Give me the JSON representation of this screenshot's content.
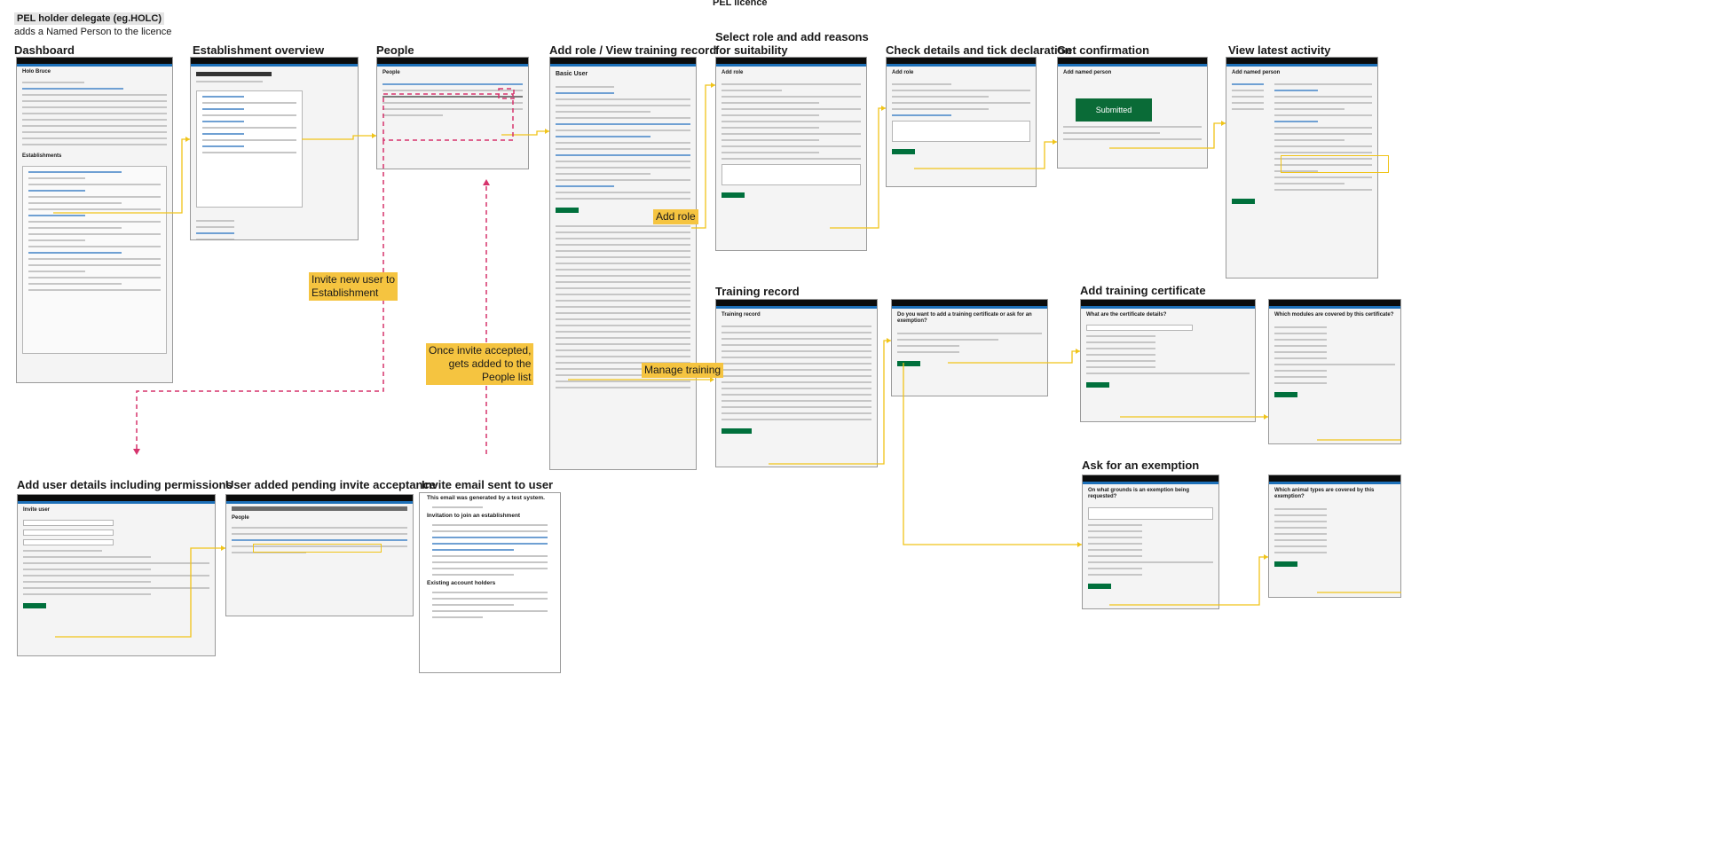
{
  "board": {
    "title": "PEL licence",
    "actor": "PEL holder delegate (eg.HOLC)",
    "actor_note": "adds a Named Person to the licence"
  },
  "screens": {
    "dashboard": "Dashboard",
    "establishment_overview": "Establishment overview",
    "people": "People",
    "add_role_view_training": "Add role / View training record",
    "select_role": "Select role and add reasons\nfor suitability",
    "check_details": "Check details and tick declaration",
    "get_confirmation": "Get confirmation",
    "view_latest_activity": "View latest activity",
    "training_record": "Training record",
    "add_training_certificate": "Add training certificate",
    "ask_exemption": "Ask for an exemption",
    "add_user_details": "Add user details including permissions",
    "user_added_pending": "User added pending invite acceptance",
    "invite_email": "Invite email sent to user"
  },
  "annotations": {
    "invite_new_user": "Invite new user to\nEstablishment",
    "invite_accepted": "Once invite accepted,\ngets added to the\nPeople list",
    "add_role": "Add role",
    "manage_training": "Manage training"
  },
  "mockups": {
    "dashboard_user": "Holo Bruce",
    "dashboard_section": "Establishments",
    "people_heading": "People",
    "basic_user_heading": "Basic User",
    "add_role_heading": "Add role",
    "add_role_check_heading": "Add role",
    "confirmation_heading": "Add named person",
    "confirmation_panel": "Submitted",
    "activity_heading": "Add named person",
    "training_heading": "Training record",
    "training_question": "Do you want to add a training certificate or ask for an exemption?",
    "certificate_question": "What are the certificate details?",
    "modules_question": "Which modules are covered by this certificate?",
    "exemption_question": "On what grounds is an exemption being requested?",
    "animal_types_question": "Which animal types are covered by this exemption?",
    "invite_heading": "Invite user",
    "pending_heading": "People",
    "email_system_note": "This email was generated by a test system.",
    "email_heading": "Invitation to join an establishment",
    "email_subheading": "Existing account holders"
  },
  "colors": {
    "flow": "#f0c419",
    "invite_flow": "#d6336c",
    "annotation_bg": "#f5c440",
    "submitted_panel": "#0a6b37"
  }
}
